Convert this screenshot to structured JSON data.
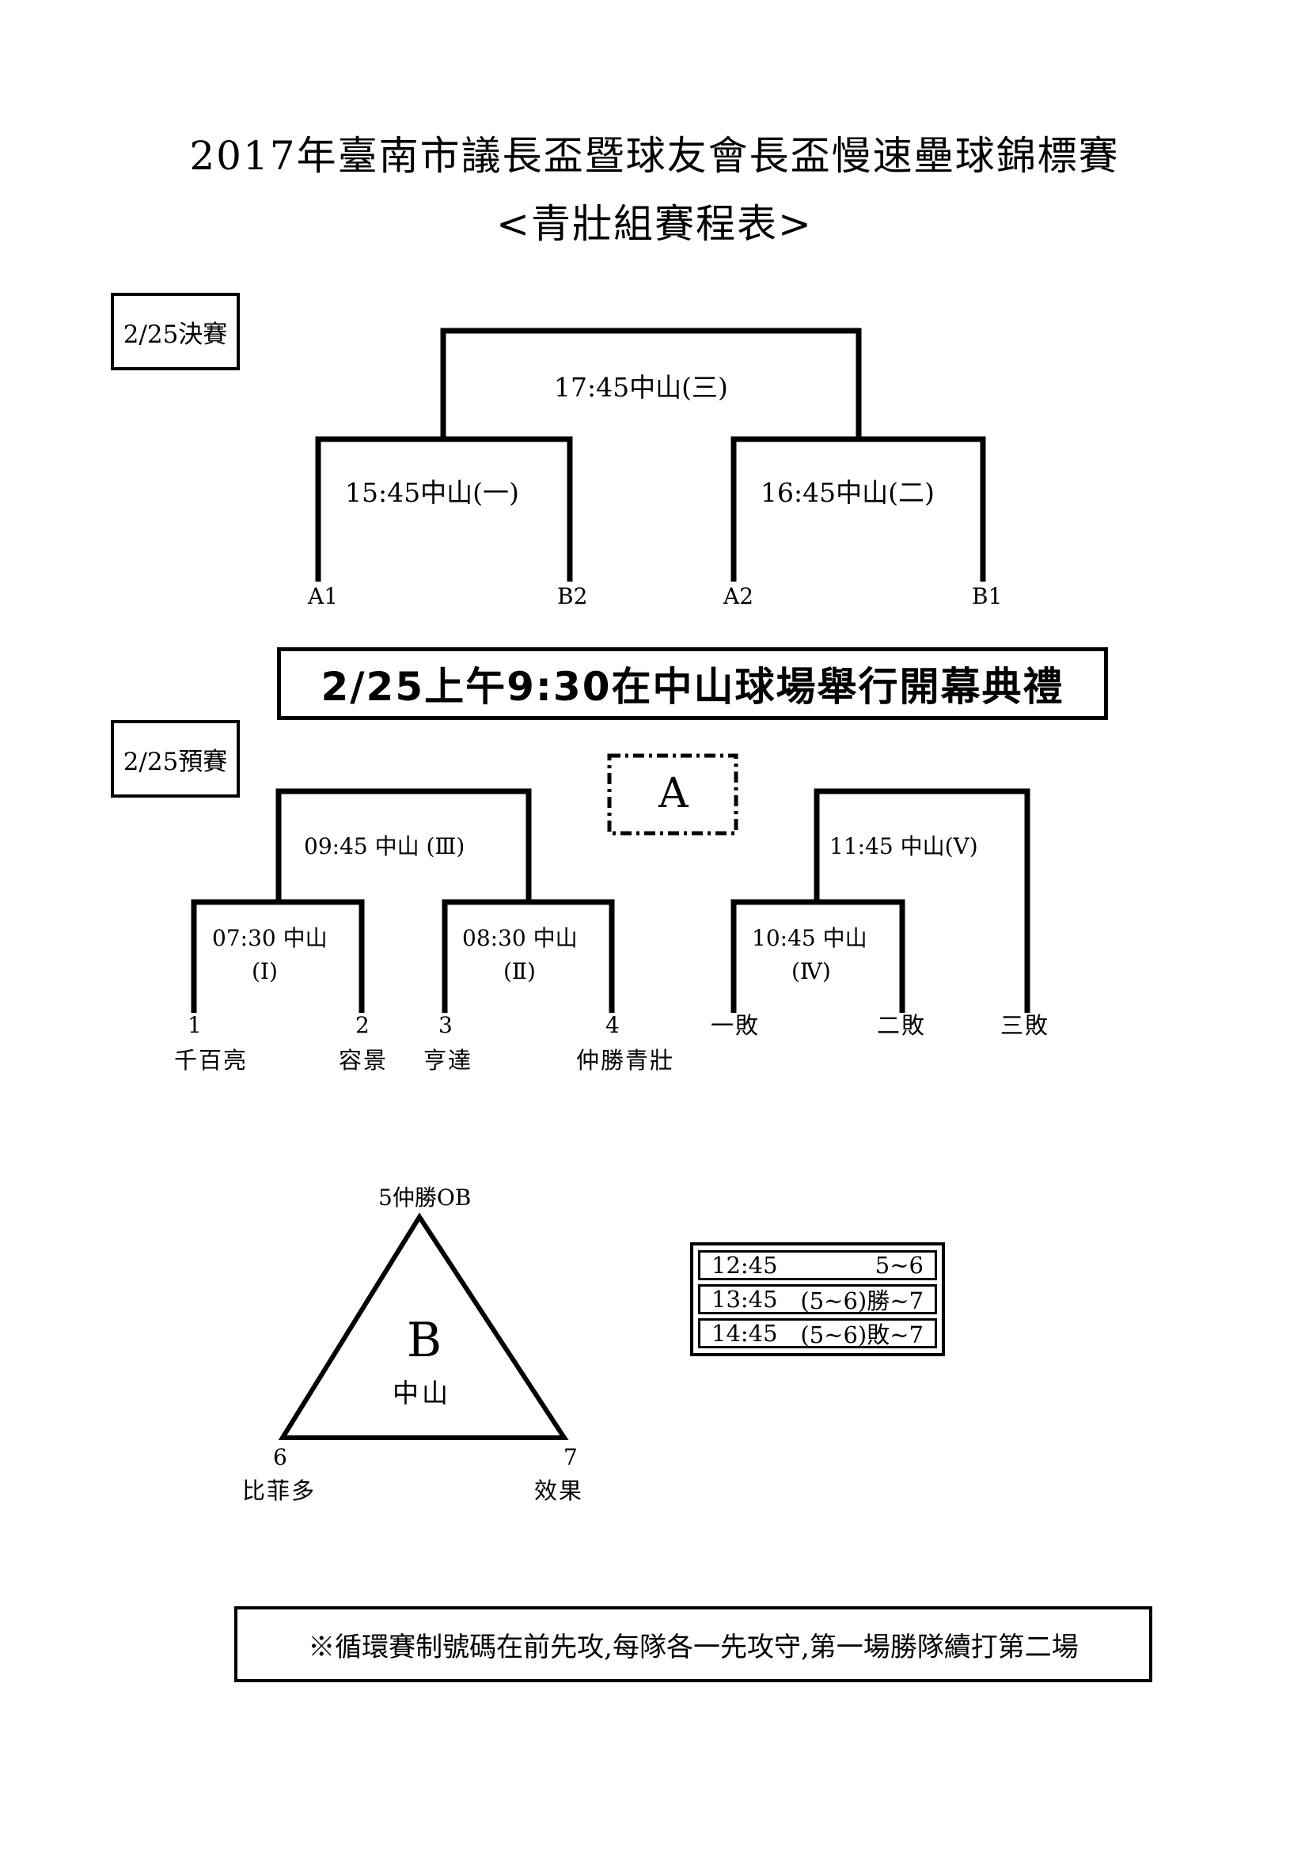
{
  "title_line1": "2017年臺南市議長盃暨球友會長盃慢速壘球錦標賽",
  "title_line2": "<青壯組賽程表>",
  "final_label": "2/25決賽",
  "prelim_label": "2/25預賽",
  "final_bracket": {
    "final_game": "17:45中山(三)",
    "semi1": "15:45中山(一)",
    "semi2": "16:45中山(二)",
    "slots": [
      "A1",
      "B2",
      "A2",
      "B1"
    ]
  },
  "banner": "2/25上午9:30在中山球場舉行開幕典禮",
  "group_a": {
    "name": "A",
    "game3": "09:45 中山 (Ⅲ)",
    "game1_time": "07:30 中山",
    "game1_no": "(Ⅰ)",
    "game2_time": "08:30 中山",
    "game2_no": "(Ⅱ)",
    "game5": "11:45 中山(Ⅴ)",
    "game4_time": "10:45 中山",
    "game4_no": "(Ⅳ)",
    "numbers": [
      "1",
      "2",
      "3",
      "4"
    ],
    "teams": [
      "千百亮",
      "容景",
      "亨達",
      "仲勝青壯"
    ],
    "losers": [
      "一敗",
      "二敗",
      "三敗"
    ]
  },
  "group_b": {
    "name": "B",
    "venue": "中山",
    "top_team": "5仲勝OB",
    "left_number": "6",
    "left_team": "比菲多",
    "right_number": "7",
    "right_team": "效果"
  },
  "schedule": [
    {
      "time": "12:45",
      "match": "5~6"
    },
    {
      "time": "13:45",
      "match": "(5~6)勝~7"
    },
    {
      "time": "14:45",
      "match": "(5~6)敗~7"
    }
  ],
  "note": "※循環賽制號碼在前先攻,每隊各一先攻守,第一場勝隊續打第二場"
}
